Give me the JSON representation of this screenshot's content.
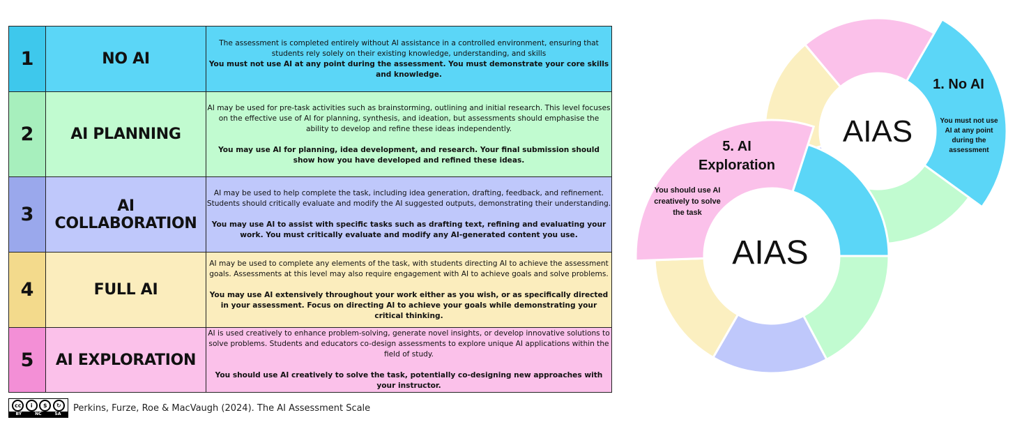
{
  "levels": [
    {
      "number": "1",
      "name": "NO AI",
      "description": "The assessment is completed entirely without AI assistance in a controlled environment, ensuring that students rely solely on their existing knowledge, understanding, and skills",
      "rule": "You must not use AI at any point during the assessment. You must demonstrate your core skills and knowledge.",
      "num_color": "#3ec8ec",
      "row_color": "#5bd6f7"
    },
    {
      "number": "2",
      "name": "AI PLANNING",
      "description": "AI may be used for pre-task activities such as brainstorming, outlining and initial research. This level focuses on the effective use of AI for planning, synthesis, and ideation, but assessments should emphasise the ability to develop and refine these ideas independently.",
      "rule": "You may use AI for planning, idea development, and research. Your final submission should show how you have developed and refined these ideas.",
      "num_color": "#a7efbd",
      "row_color": "#c1fbd0"
    },
    {
      "number": "3",
      "name": "AI COLLABORATION",
      "description": "AI may be used to help complete the task, including idea generation, drafting, feedback, and refinement. Students should critically evaluate and modify the AI suggested outputs, demonstrating their understanding.",
      "rule": "You may use AI to assist with specific tasks such as drafting text, refining and evaluating your work. You must critically evaluate and modify any AI-generated content you use.",
      "num_color": "#9aa8ec",
      "row_color": "#bfc8fb"
    },
    {
      "number": "4",
      "name": "FULL AI",
      "description": "AI may be used to complete any elements of the task, with students directing AI to achieve the assessment goals. Assessments at this level may also require engagement with AI to achieve goals and solve problems.",
      "rule": "You may use AI extensively throughout your work either as you wish, or as specifically directed in your assessment. Focus on directing AI to achieve your goals while demonstrating your critical thinking.",
      "num_color": "#f3da8c",
      "row_color": "#fbedbd"
    },
    {
      "number": "5",
      "name": "AI EXPLORATION",
      "description": "AI is used creatively to enhance problem-solving, generate novel insights, or develop innovative solutions to solve problems. Students and educators co-design assessments to explore unique AI applications within the field of study.",
      "rule": "You should use AI creatively to solve the task, potentially co-designing new approaches with your instructor.",
      "num_color": "#f38fd6",
      "row_color": "#fbc1ea"
    }
  ],
  "citation": "Perkins, Furze, Roe & MacVaugh (2024). The AI Assessment Scale",
  "license": {
    "icon": "cc-by-nc-sa-icon",
    "labels": [
      "BY",
      "NC",
      "SA"
    ]
  },
  "rings": {
    "back": {
      "center_label": "AIAS",
      "highlight_title": "1. No AI",
      "highlight_text_lines": [
        "You must not use",
        "AI at any point",
        "during the",
        "assessment"
      ]
    },
    "front": {
      "center_label": "AIAS",
      "highlight_title_lines": [
        "5. AI",
        "Exploration"
      ],
      "highlight_text_lines": [
        "You should use AI",
        "creatively to solve",
        "the task"
      ]
    },
    "colors": {
      "blue": "#5bd6f7",
      "green": "#c1fbd0",
      "purple": "#bfc8fb",
      "yellow": "#fbefc0",
      "pink": "#fbc1ea"
    }
  }
}
